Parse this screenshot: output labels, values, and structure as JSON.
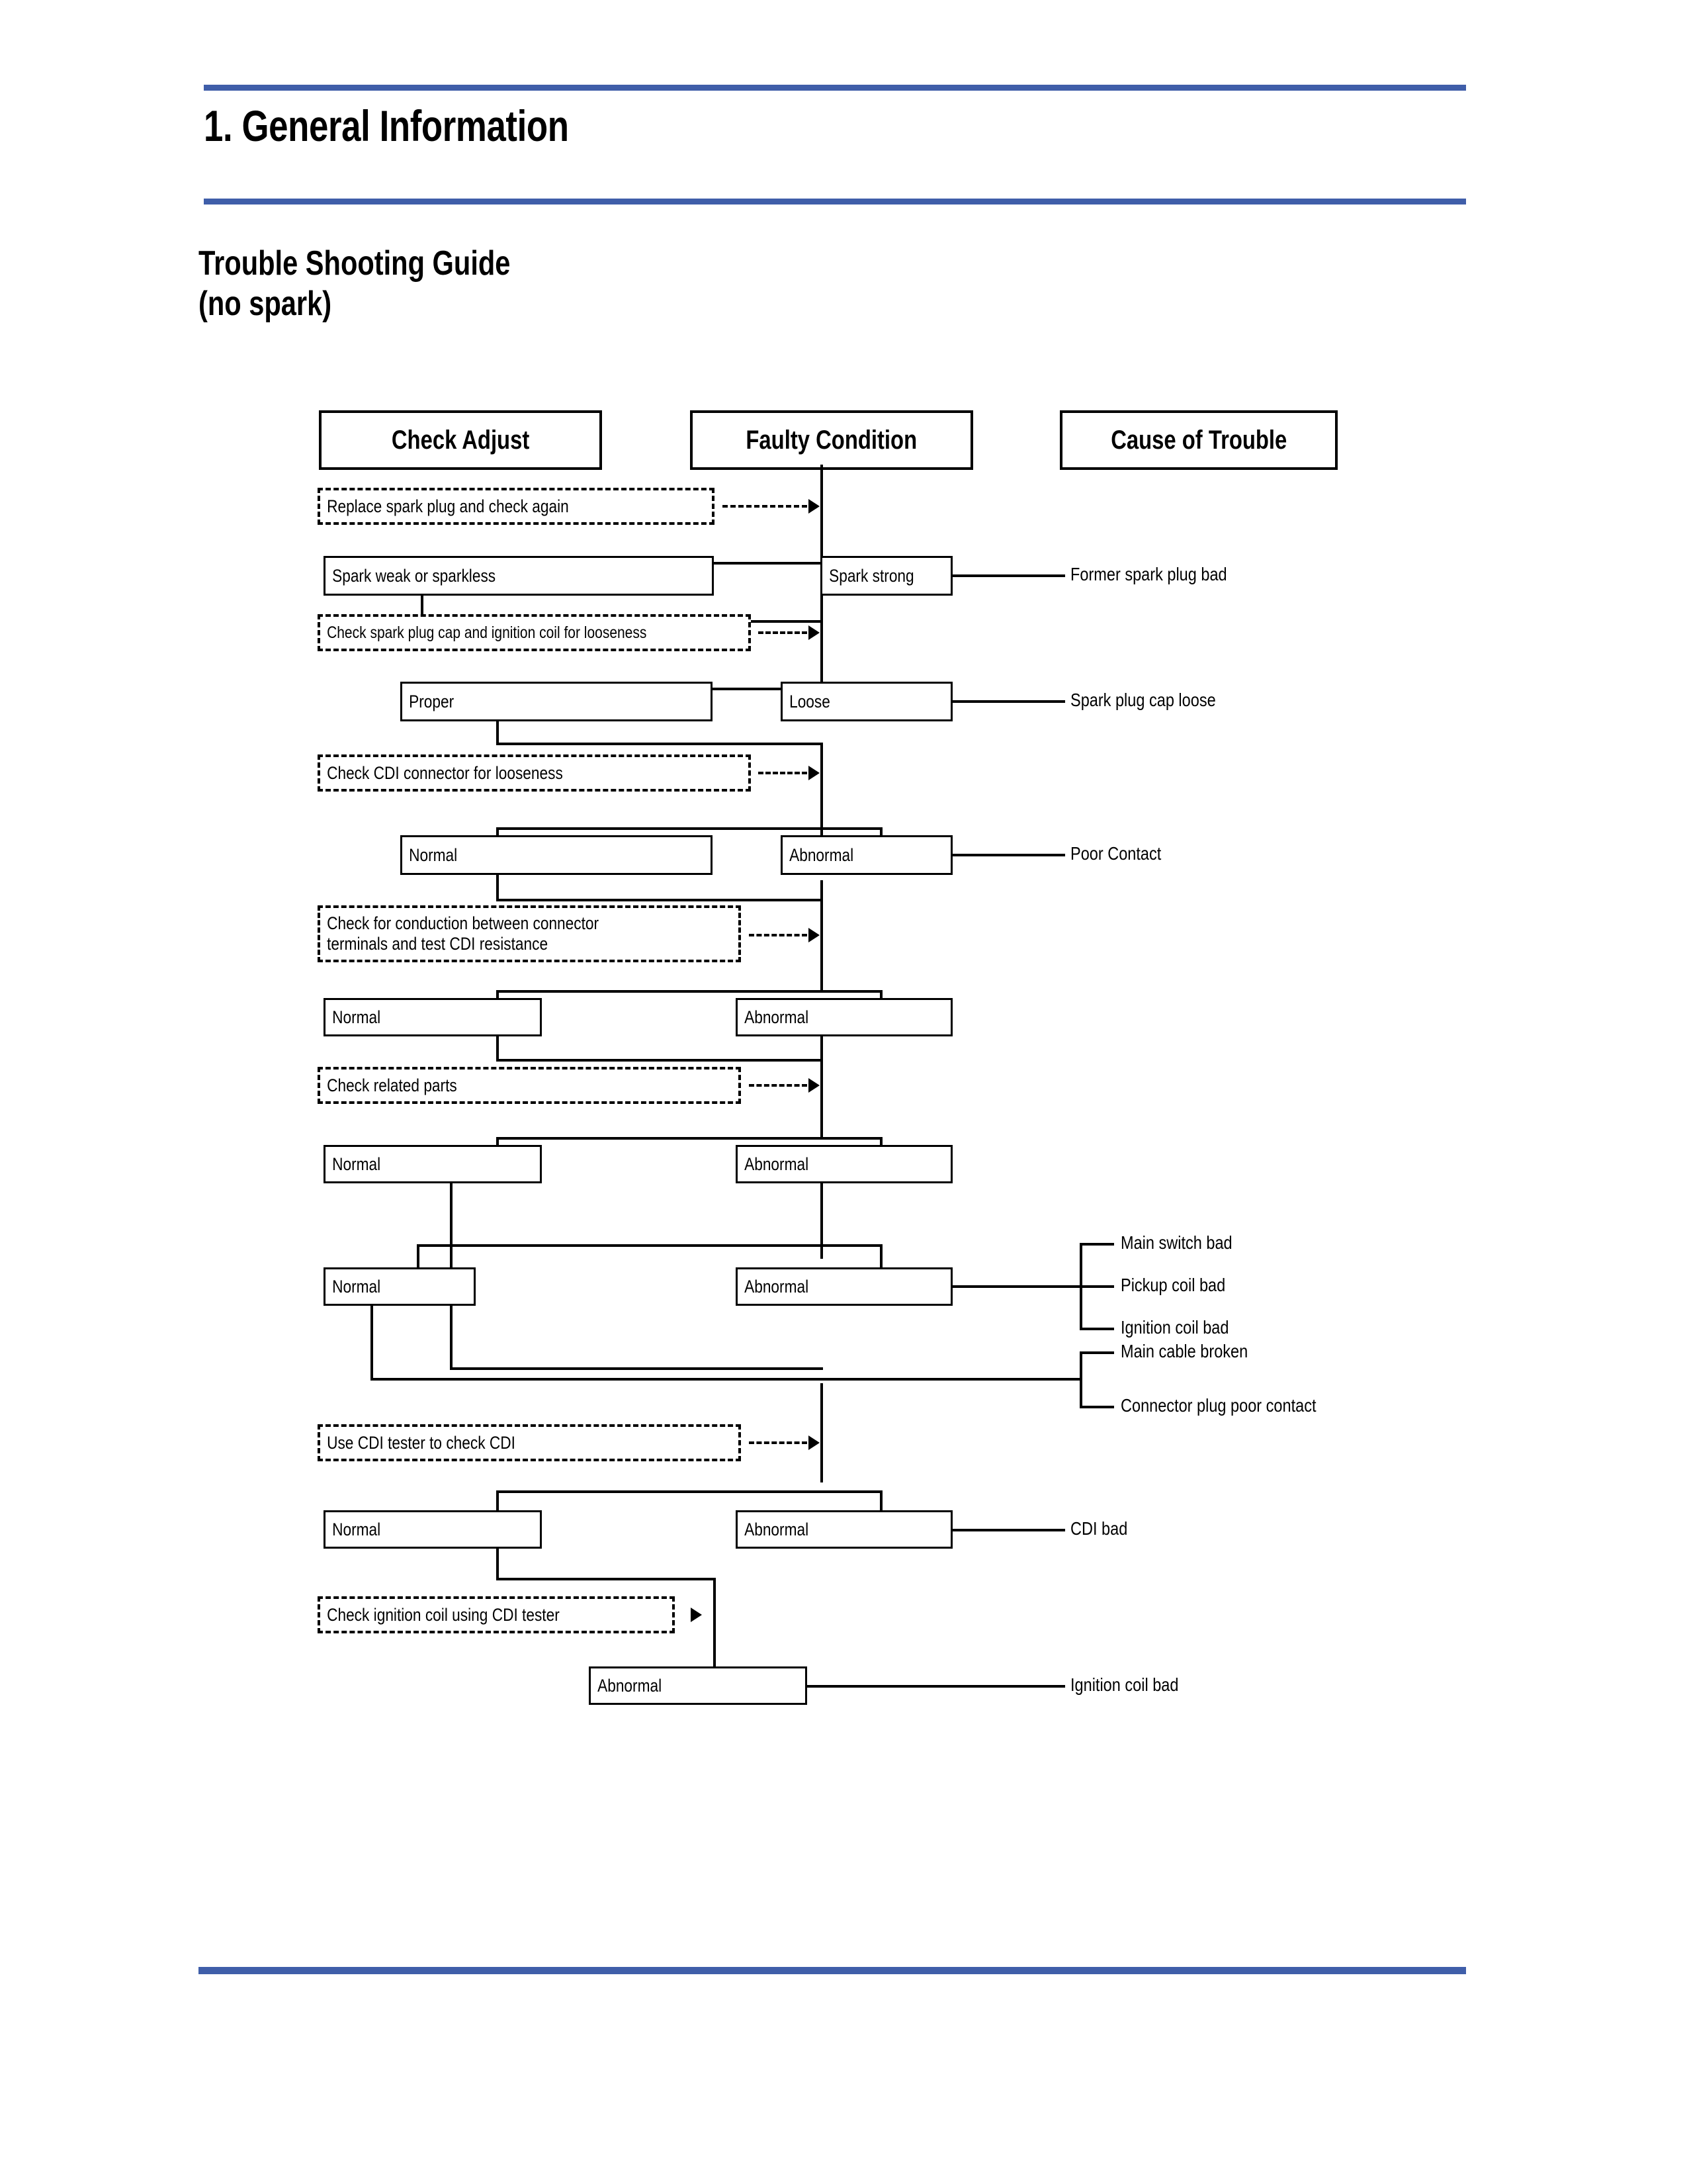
{
  "page": {
    "chapter_title": "1. General Information",
    "section_title_line1": "Trouble Shooting Guide",
    "section_title_line2": "(no spark)",
    "rule_color": "#3f5ea9"
  },
  "flowchart": {
    "columns": [
      {
        "label": "Check Adjust"
      },
      {
        "label": "Faulty Condition"
      },
      {
        "label": "Cause of Trouble"
      }
    ],
    "checks": [
      {
        "id": "check-replace-plug",
        "label": "Replace spark plug and check again"
      },
      {
        "id": "check-cap-coil",
        "label": "Check spark plug cap and ignition coil for looseness"
      },
      {
        "id": "check-cdi-connector",
        "label": "Check CDI connector for looseness"
      },
      {
        "id": "check-conduction",
        "label": "Check for conduction between connector\nterminals and test CDI resistance"
      },
      {
        "id": "check-related-parts",
        "label": "Check related parts"
      },
      {
        "id": "check-cdi-tester",
        "label": "Use CDI tester to check CDI"
      },
      {
        "id": "check-ignition-coil",
        "label": "Check ignition coil using CDI tester"
      }
    ],
    "outcomes": [
      {
        "id": "outcome-spark-weak",
        "label": "Spark weak or sparkless"
      },
      {
        "id": "outcome-spark-strong",
        "label": "Spark strong"
      },
      {
        "id": "outcome-proper",
        "label": "Proper"
      },
      {
        "id": "outcome-loose",
        "label": "Loose"
      },
      {
        "id": "outcome-normal-1",
        "label": "Normal"
      },
      {
        "id": "outcome-abnormal-1",
        "label": "Abnormal"
      },
      {
        "id": "outcome-normal-2",
        "label": "Normal"
      },
      {
        "id": "outcome-abnormal-2",
        "label": "Abnormal"
      },
      {
        "id": "outcome-normal-3",
        "label": "Normal"
      },
      {
        "id": "outcome-abnormal-3",
        "label": "Abnormal"
      },
      {
        "id": "outcome-normal-4",
        "label": "Normal"
      },
      {
        "id": "outcome-abnormal-4",
        "label": "Abnormal"
      },
      {
        "id": "outcome-normal-5",
        "label": "Normal"
      },
      {
        "id": "outcome-abnormal-5",
        "label": "Abnormal"
      },
      {
        "id": "outcome-abnormal-6",
        "label": "Abnormal"
      }
    ],
    "causes": [
      {
        "id": "cause-former-plug",
        "label": "Former spark plug bad"
      },
      {
        "id": "cause-cap-loose",
        "label": "Spark plug cap loose"
      },
      {
        "id": "cause-poor-contact",
        "label": "Poor Contact"
      },
      {
        "id": "cause-main-switch",
        "label": "Main switch bad"
      },
      {
        "id": "cause-pickup-coil",
        "label": "Pickup coil bad"
      },
      {
        "id": "cause-ignition-coil-1",
        "label": "Ignition coil bad"
      },
      {
        "id": "cause-main-cable",
        "label": "Main cable broken"
      },
      {
        "id": "cause-connector-plug",
        "label": "Connector plug poor contact"
      },
      {
        "id": "cause-cdi-bad",
        "label": "CDI bad"
      },
      {
        "id": "cause-ignition-coil-2",
        "label": "Ignition coil bad"
      }
    ]
  }
}
